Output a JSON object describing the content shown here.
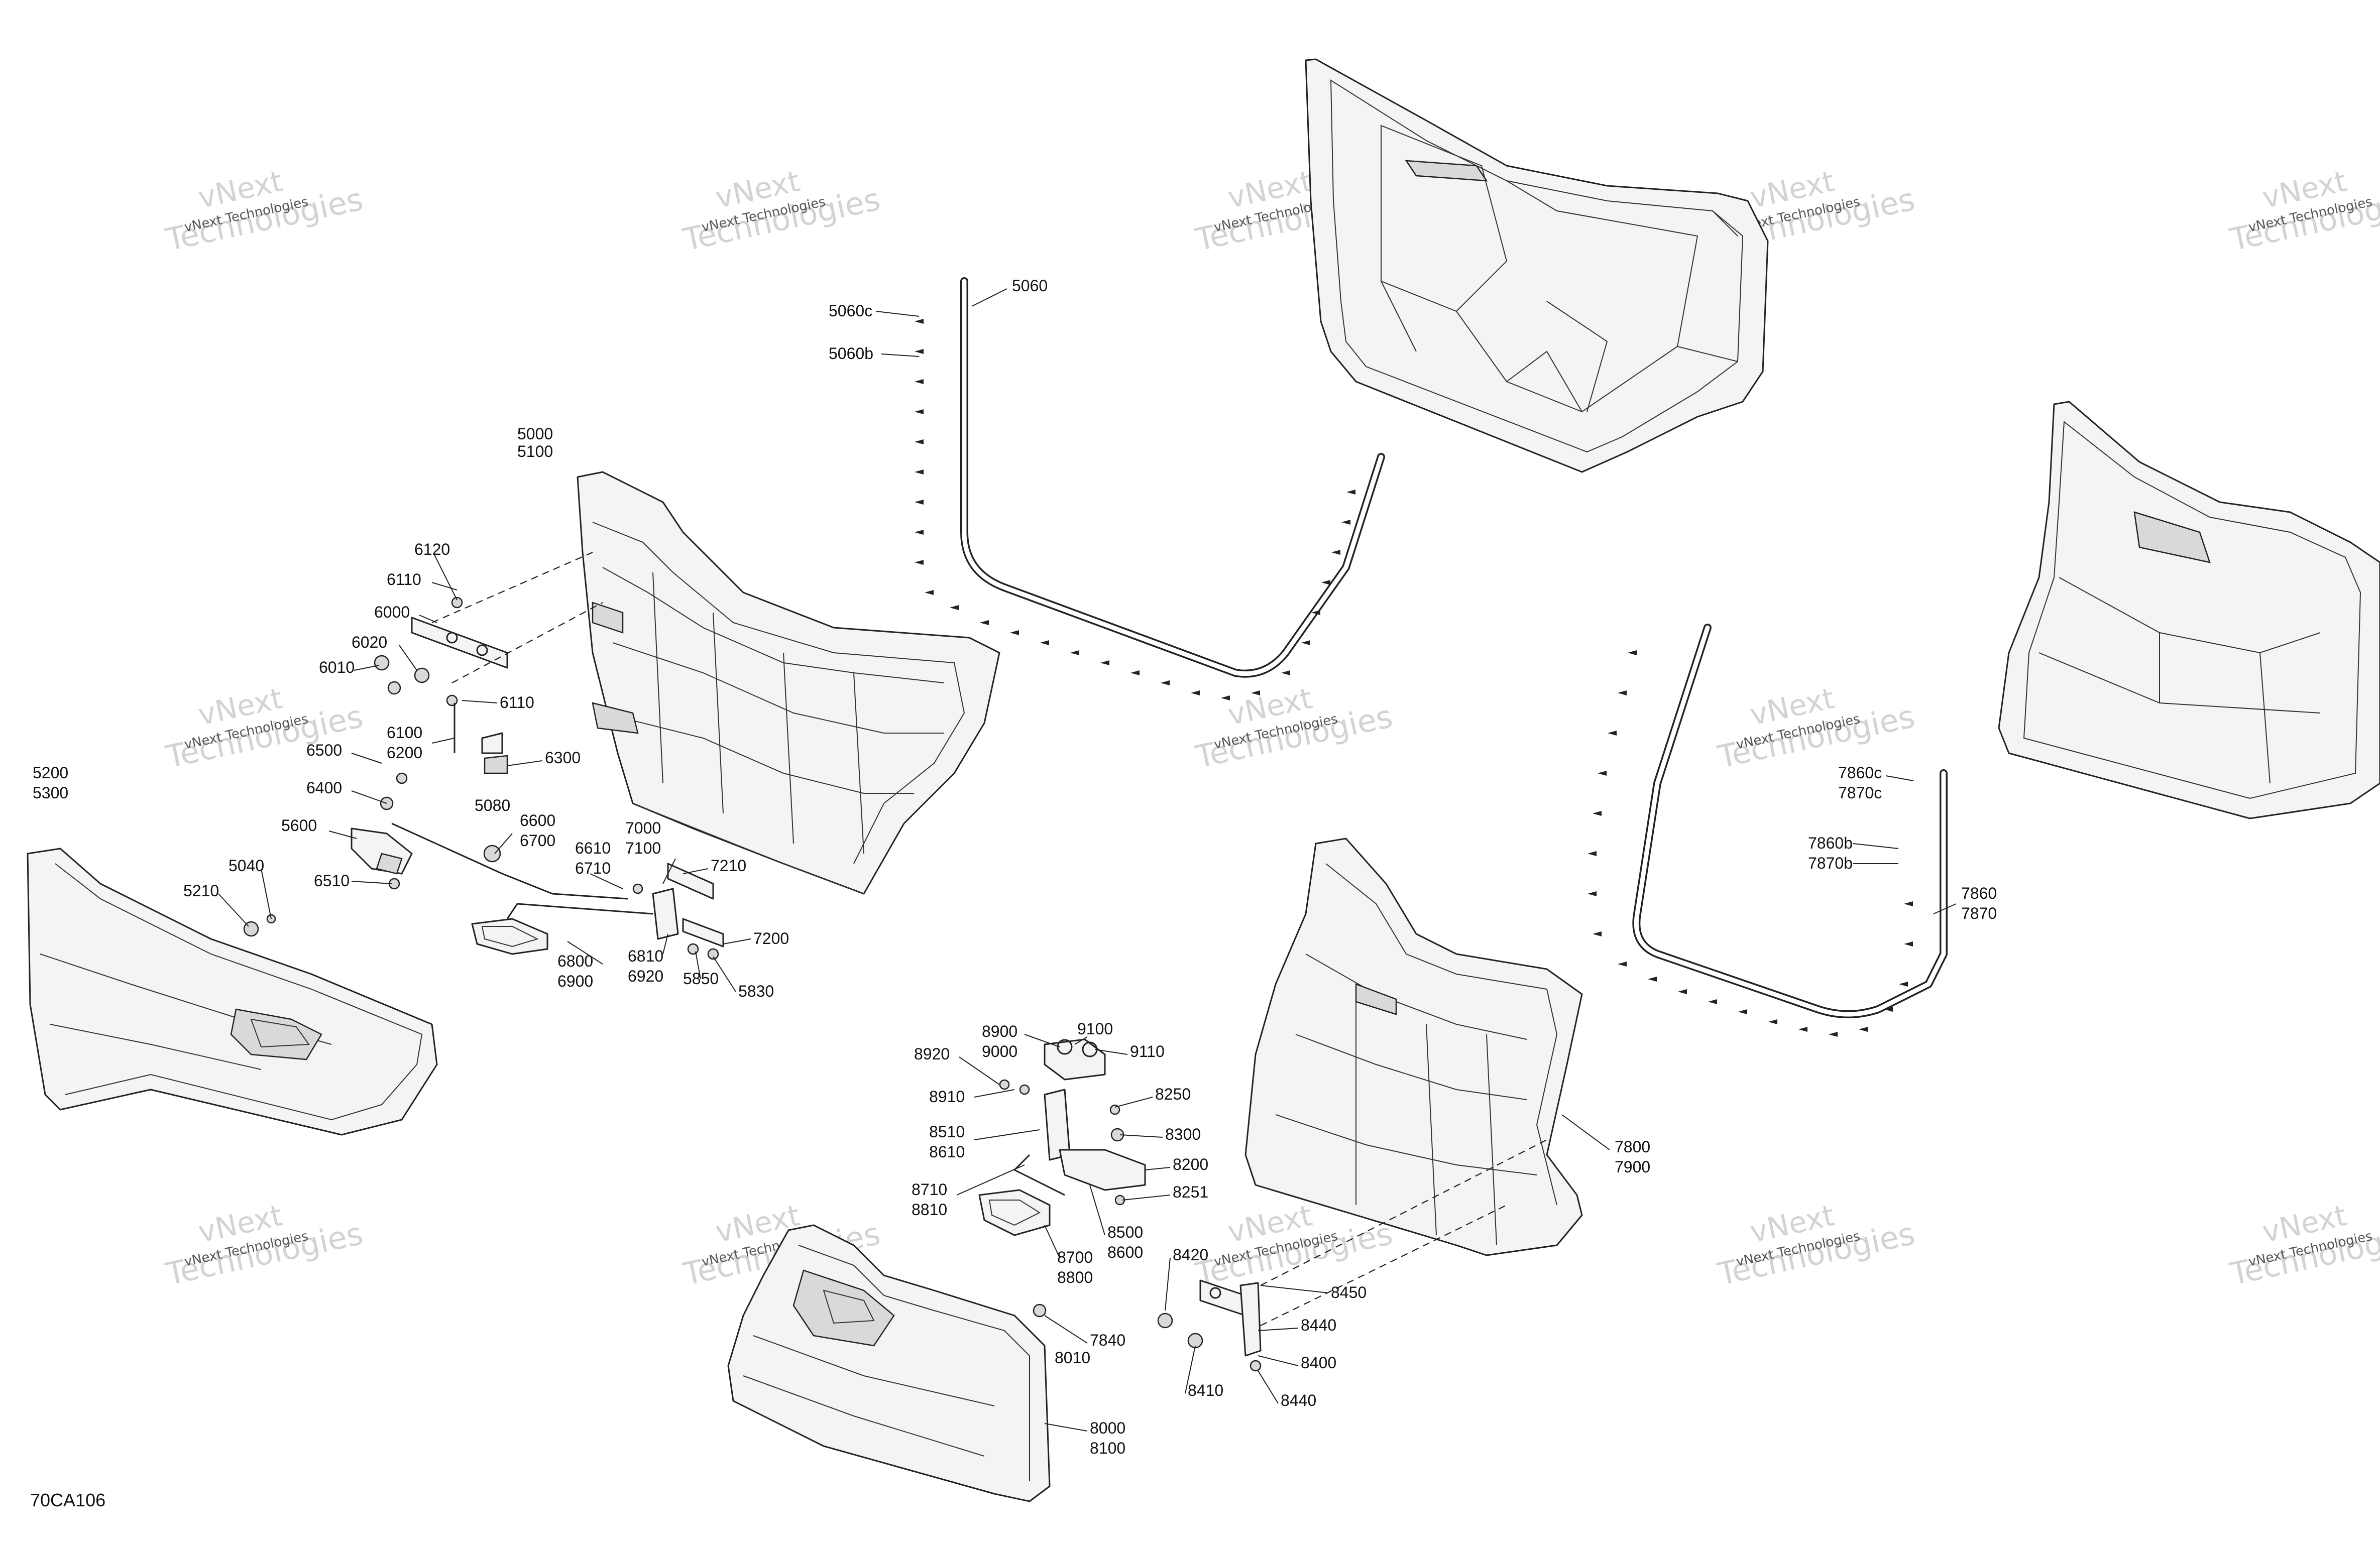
{
  "figure_code": "70CA106",
  "watermark": {
    "line1": "vNext",
    "line2": "Technologies",
    "small": "vNext Technologies"
  },
  "callouts": [
    {
      "id": "c5060",
      "text": "5060"
    },
    {
      "id": "c5060c",
      "text": "5060c"
    },
    {
      "id": "c5060b",
      "text": "5060b"
    },
    {
      "id": "c5000",
      "text": "5000"
    },
    {
      "id": "c5100",
      "text": "5100"
    },
    {
      "id": "c6120",
      "text": "6120"
    },
    {
      "id": "c6110a",
      "text": "6110"
    },
    {
      "id": "c6000",
      "text": "6000"
    },
    {
      "id": "c6020",
      "text": "6020"
    },
    {
      "id": "c6010",
      "text": "6010"
    },
    {
      "id": "c6110b",
      "text": "6110"
    },
    {
      "id": "c6100",
      "text": "6100"
    },
    {
      "id": "c6200",
      "text": "6200"
    },
    {
      "id": "c6300",
      "text": "6300"
    },
    {
      "id": "c6500",
      "text": "6500"
    },
    {
      "id": "c6400",
      "text": "6400"
    },
    {
      "id": "c5200",
      "text": "5200"
    },
    {
      "id": "c5300",
      "text": "5300"
    },
    {
      "id": "c5080",
      "text": "5080"
    },
    {
      "id": "c6600",
      "text": "6600"
    },
    {
      "id": "c6700",
      "text": "6700"
    },
    {
      "id": "c5600",
      "text": "5600"
    },
    {
      "id": "c7000",
      "text": "7000"
    },
    {
      "id": "c7100",
      "text": "7100"
    },
    {
      "id": "c6610",
      "text": "6610"
    },
    {
      "id": "c6710",
      "text": "6710"
    },
    {
      "id": "c7210",
      "text": "7210"
    },
    {
      "id": "c5040",
      "text": "5040"
    },
    {
      "id": "c6510",
      "text": "6510"
    },
    {
      "id": "c5210",
      "text": "5210"
    },
    {
      "id": "c7200",
      "text": "7200"
    },
    {
      "id": "c6800",
      "text": "6800"
    },
    {
      "id": "c6900",
      "text": "6900"
    },
    {
      "id": "c6810",
      "text": "6810"
    },
    {
      "id": "c6920",
      "text": "6920"
    },
    {
      "id": "c5850",
      "text": "5850"
    },
    {
      "id": "c5830",
      "text": "5830"
    },
    {
      "id": "c7860c",
      "text": "7860c"
    },
    {
      "id": "c7870c",
      "text": "7870c"
    },
    {
      "id": "c7860b",
      "text": "7860b"
    },
    {
      "id": "c7870b",
      "text": "7870b"
    },
    {
      "id": "c7860",
      "text": "7860"
    },
    {
      "id": "c7870",
      "text": "7870"
    },
    {
      "id": "c7800",
      "text": "7800"
    },
    {
      "id": "c7900",
      "text": "7900"
    },
    {
      "id": "c8900",
      "text": "8900"
    },
    {
      "id": "c9000",
      "text": "9000"
    },
    {
      "id": "c9100",
      "text": "9100"
    },
    {
      "id": "c8920",
      "text": "8920"
    },
    {
      "id": "c9110",
      "text": "9110"
    },
    {
      "id": "c8910",
      "text": "8910"
    },
    {
      "id": "c8250",
      "text": "8250"
    },
    {
      "id": "c8510",
      "text": "8510"
    },
    {
      "id": "c8610",
      "text": "8610"
    },
    {
      "id": "c8300",
      "text": "8300"
    },
    {
      "id": "c8200",
      "text": "8200"
    },
    {
      "id": "c8710",
      "text": "8710"
    },
    {
      "id": "c8810",
      "text": "8810"
    },
    {
      "id": "c8251",
      "text": "8251"
    },
    {
      "id": "c8500",
      "text": "8500"
    },
    {
      "id": "c8600",
      "text": "8600"
    },
    {
      "id": "c8700",
      "text": "8700"
    },
    {
      "id": "c8800",
      "text": "8800"
    },
    {
      "id": "c8420",
      "text": "8420"
    },
    {
      "id": "c8450",
      "text": "8450"
    },
    {
      "id": "c8440a",
      "text": "8440"
    },
    {
      "id": "c7840",
      "text": "7840"
    },
    {
      "id": "c8010",
      "text": "8010"
    },
    {
      "id": "c8400",
      "text": "8400"
    },
    {
      "id": "c8410",
      "text": "8410"
    },
    {
      "id": "c8440b",
      "text": "8440"
    },
    {
      "id": "c8000",
      "text": "8000"
    },
    {
      "id": "c8100",
      "text": "8100"
    }
  ]
}
